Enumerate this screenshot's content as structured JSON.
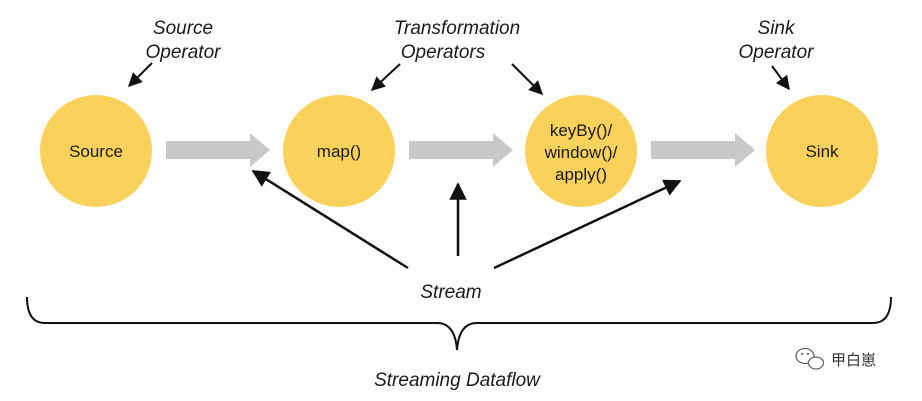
{
  "colors": {
    "node_fill": "#FAD15A",
    "flow_arrow": "#C8C8C8",
    "line": "#111111"
  },
  "nodes": [
    {
      "label": "Source"
    },
    {
      "label": "map()"
    },
    {
      "label_lines": [
        "keyBy()/",
        "window()/",
        "apply()"
      ]
    },
    {
      "label": "Sink"
    }
  ],
  "annotations": {
    "source": [
      "Source",
      "Operator"
    ],
    "transformation": [
      "Transformation",
      "Operators"
    ],
    "sink": [
      "Sink",
      "Operator"
    ]
  },
  "stream_label": "Stream",
  "dataflow_label": "Streaming Dataflow",
  "watermark": {
    "icon": "wechat-icon",
    "text": "甲白崽"
  }
}
